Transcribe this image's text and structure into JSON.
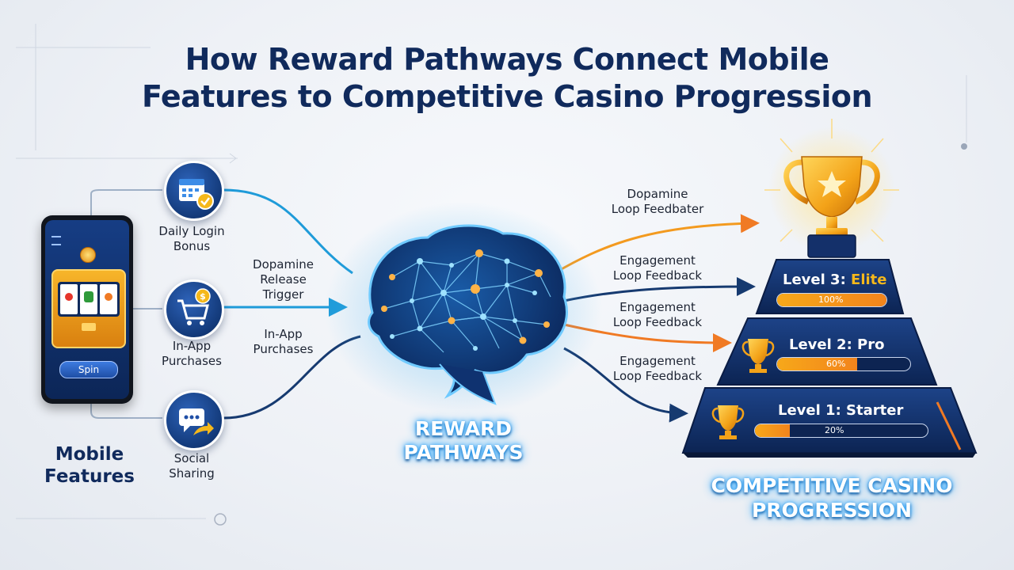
{
  "title": {
    "line1": "How Reward Pathways Connect Mobile",
    "line2": "Features to Competitive Casino Progression"
  },
  "phone": {
    "spin_label": "Spin"
  },
  "features": {
    "heading_line1": "Mobile",
    "heading_line2": "Features",
    "items": [
      {
        "line1": "Daily Login",
        "line2": "Bonus",
        "icon": "calendar-check-icon"
      },
      {
        "line1": "In-App",
        "line2": "Purchases",
        "icon": "shopping-cart-icon"
      },
      {
        "line1": "Social",
        "line2": "Sharing",
        "icon": "share-chat-icon"
      }
    ]
  },
  "input_labels": [
    {
      "line1": "Dopamine",
      "line2": "Release",
      "line3": "Trigger"
    },
    {
      "line1": "In-App",
      "line2": "Purchases"
    }
  ],
  "center": {
    "line1": "REWARD",
    "line2": "PATHWAYS"
  },
  "output_labels": [
    {
      "line1": "Dopamine",
      "line2": "Loop Feedbater"
    },
    {
      "line1": "Engagement",
      "line2": "Loop Feedback"
    },
    {
      "line1": "Engagement",
      "line2": "Loop Feedback"
    },
    {
      "line1": "Engagement",
      "line2": "Loop Feedback"
    }
  ],
  "tiers": [
    {
      "prefix": "Level 3: ",
      "name": "Elite",
      "progress_label": "100%",
      "progress": 1.0
    },
    {
      "prefix": "Level 2: ",
      "name": "Pro",
      "progress_label": "60%",
      "progress": 0.6
    },
    {
      "prefix": "Level 1: ",
      "name": "Starter",
      "progress_label": "20%",
      "progress": 0.2
    }
  ],
  "progression": {
    "line1": "COMPETITIVE CASINO",
    "line2": "PROGRESSION"
  },
  "colors": {
    "navy": "#102a5c",
    "accent_orange": "#f39a1f",
    "wire_blue": "#1f9bd9",
    "wire_navy": "#163a70",
    "wire_orange": "#f07a24",
    "gold": "#f5b81b"
  }
}
